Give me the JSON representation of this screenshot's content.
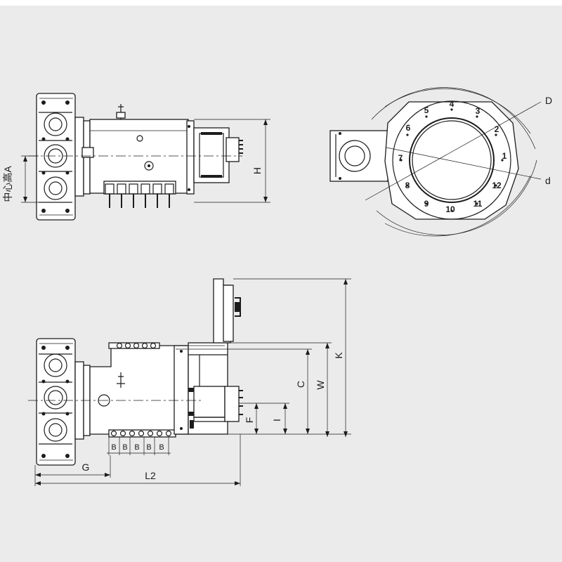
{
  "labels": {
    "center_height": "中心高A",
    "H": "H",
    "D": "D",
    "d": "d",
    "K": "K",
    "W": "W",
    "C": "C",
    "F": "F",
    "I": "I",
    "G": "G",
    "L2": "L2",
    "B": "B"
  },
  "turret_positions": [
    "1",
    "2",
    "3",
    "4",
    "5",
    "6",
    "7",
    "8",
    "9",
    "10",
    "11",
    "12"
  ],
  "colors": {
    "background": "#ebebeb",
    "line": "#1c1c1c",
    "part_fill": "#ffffff"
  }
}
